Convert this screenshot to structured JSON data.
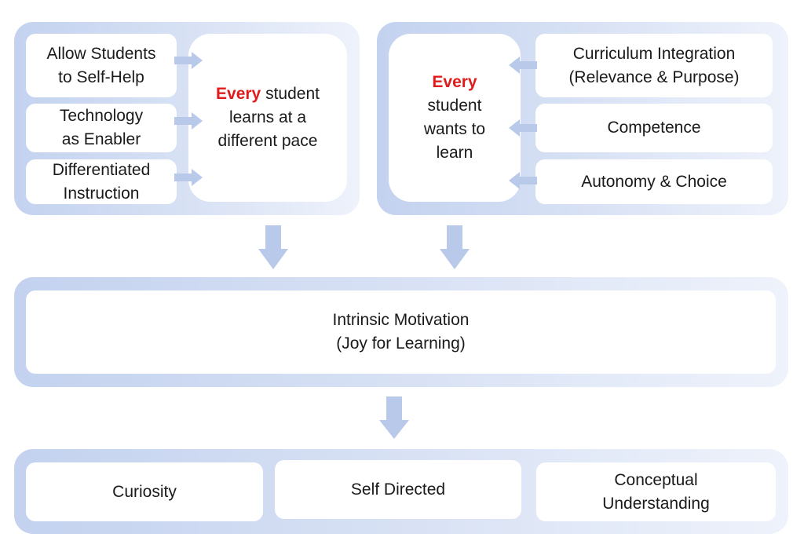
{
  "left_group": {
    "inputs": [
      {
        "line1": "Allow Students",
        "line2": "to Self-Help"
      },
      {
        "line1": "Technology",
        "line2": "as Enabler"
      },
      {
        "line1": "Differentiated",
        "line2": "Instruction"
      }
    ],
    "center": {
      "highlight": "Every",
      "line1_rest": " student",
      "line2": "learns at a",
      "line3": "different pace"
    }
  },
  "right_group": {
    "center": {
      "highlight": "Every",
      "line2": "student",
      "line3": "wants to",
      "line4": "learn"
    },
    "inputs": [
      {
        "line1": "Curriculum Integration",
        "line2": "(Relevance & Purpose)"
      },
      {
        "line1": "Competence"
      },
      {
        "line1": "Autonomy & Choice"
      }
    ]
  },
  "middle": {
    "line1": "Intrinsic Motivation",
    "line2": "(Joy for Learning)"
  },
  "outcomes": [
    {
      "line1": "Curiosity"
    },
    {
      "line1": "Self Directed"
    },
    {
      "line1": "Conceptual",
      "line2": "Understanding"
    }
  ],
  "colors": {
    "highlight": "#e01b1b",
    "panel": "#c3d2ef",
    "arrow": "#b9c9ea"
  }
}
